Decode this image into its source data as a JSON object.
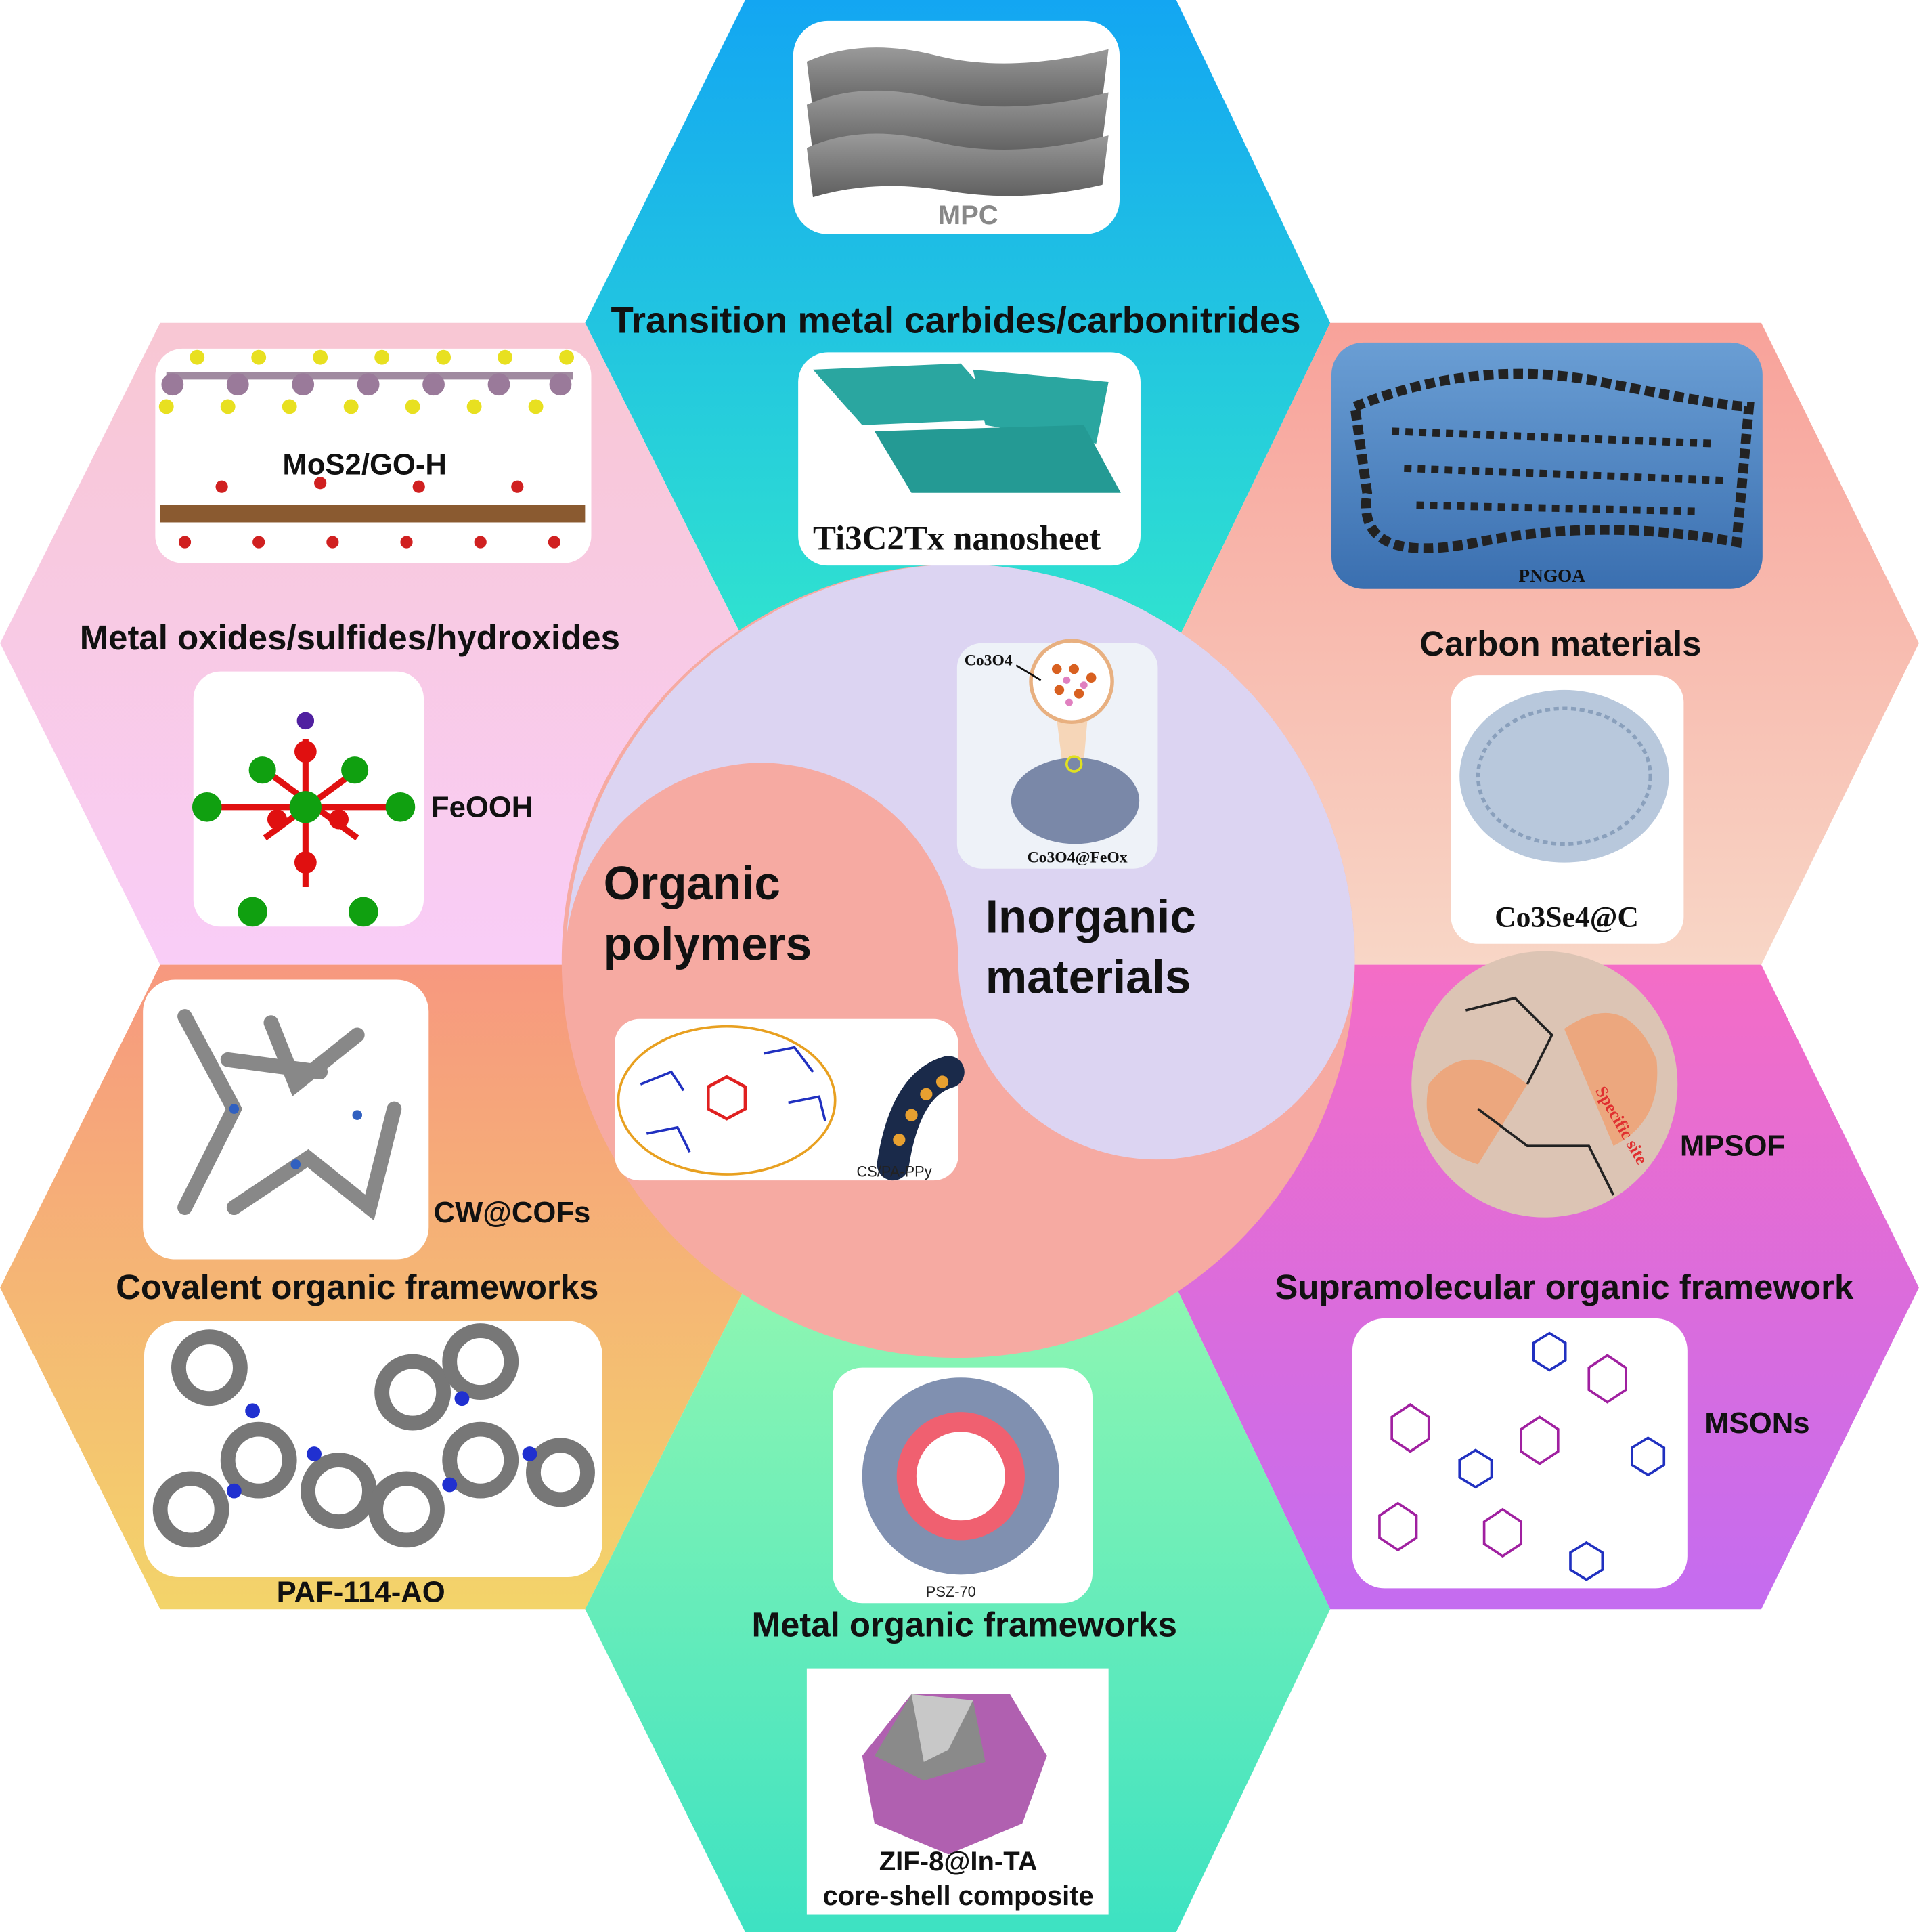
{
  "center": {
    "organic_title_line1": "Organic",
    "organic_title_line2": "polymers",
    "inorganic_title_line1": "Inorganic",
    "inorganic_title_line2": "materials",
    "inorganic_example_inset": "Co3O4",
    "inorganic_example": "Co3O4@FeOx",
    "organic_example": "CS/PA-PPy"
  },
  "categories": {
    "top": {
      "title": "Transition metal carbides/carbonitrides",
      "example1": "MPC",
      "example2": "Ti3C2Tx nanosheet",
      "color_start": "#13a6f2",
      "color_end": "#30e3cf"
    },
    "top_left": {
      "title": "Metal oxides/sulfides/hydroxides",
      "example1": "MoS2/GO-H",
      "example2": "FeOOH",
      "color_start": "#f8c7d3",
      "color_end": "#f9cdf7"
    },
    "top_right": {
      "title": "Carbon materials",
      "example1": "PNGOA",
      "example2": "Co3Se4@C",
      "color_start": "#f8a29a",
      "color_end": "#f8d6c6"
    },
    "bottom_left": {
      "title": "Covalent organic frameworks",
      "example1": "CW@COFs",
      "example2": "PAF-114-AO",
      "color_start": "#f7987f",
      "color_end": "#f3d46a"
    },
    "bottom_right": {
      "title": "Supramolecular organic framework",
      "example1": "MPSOF",
      "example1_note": "Specific site",
      "example2": "MSONs",
      "color_start": "#f46dc6",
      "color_end": "#c46cf0"
    },
    "bottom": {
      "title": "Metal organic frameworks",
      "example1": "PSZ-70",
      "example2_line1": "ZIF-8@In-TA",
      "example2_line2": "core-shell composite",
      "color_start": "#8ef6b2",
      "color_end": "#3de2c2"
    }
  }
}
